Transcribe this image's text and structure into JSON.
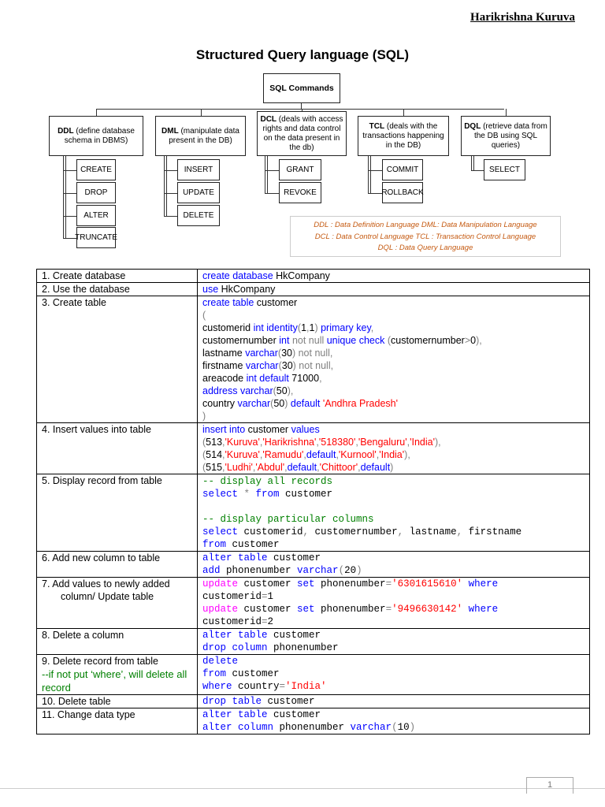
{
  "author": "Harikrishna Kuruva",
  "title": "Structured Query language (SQL)",
  "diagram": {
    "root": "SQL Commands",
    "groups": [
      {
        "abbr": "DDL",
        "desc": " (define database schema in DBMS)",
        "commands": [
          "CREATE",
          "DROP",
          "ALTER",
          "TRUNCATE"
        ]
      },
      {
        "abbr": "DML",
        "desc": " (manipulate data present in the DB)",
        "commands": [
          "INSERT",
          "UPDATE",
          "DELETE"
        ]
      },
      {
        "abbr": "DCL",
        "desc": " (deals with access rights and data control on the data present in the db)",
        "commands": [
          "GRANT",
          "REVOKE"
        ]
      },
      {
        "abbr": "TCL",
        "desc": " (deals with the transactions happening in the DB)",
        "commands": [
          "COMMIT",
          "ROLLBACK"
        ]
      },
      {
        "abbr": "DQL",
        "desc": " (retrieve data from the DB using SQL queries)",
        "commands": [
          "SELECT"
        ]
      }
    ],
    "legend": [
      "DDL : Data Definition Language  DML: Data Manipulation Language",
      "DCL : Data Control Language      TCL : Transaction Control Language",
      "DQL : Data Query Language"
    ]
  },
  "rows": [
    {
      "label": "1.    Create database",
      "code": [
        [
          [
            "k",
            "create database"
          ],
          [
            "t",
            " HkCompany"
          ]
        ]
      ]
    },
    {
      "label": "2.    Use the database",
      "code": [
        [
          [
            "k",
            "use"
          ],
          [
            "t",
            " HkCompany"
          ]
        ]
      ]
    },
    {
      "label": "3.    Create table",
      "code": [
        [
          [
            "k",
            "create table"
          ],
          [
            "t",
            " customer"
          ]
        ],
        [
          [
            "g",
            "("
          ]
        ],
        [
          [
            "t",
            "customerid "
          ],
          [
            "k",
            "int identity"
          ],
          [
            "g",
            "("
          ],
          [
            "t",
            "1"
          ],
          [
            "g",
            ","
          ],
          [
            "t",
            "1"
          ],
          [
            "g",
            ")"
          ],
          [
            "k",
            " primary key"
          ],
          [
            "g",
            ","
          ]
        ],
        [
          [
            "t",
            "customernumber "
          ],
          [
            "k",
            "int"
          ],
          [
            "g",
            " not null"
          ],
          [
            "k",
            " unique check"
          ],
          [
            "g",
            " ("
          ],
          [
            "t",
            "customernumber"
          ],
          [
            "g",
            ">"
          ],
          [
            "t",
            "0"
          ],
          [
            "g",
            "),"
          ]
        ],
        [
          [
            "t",
            "lastname "
          ],
          [
            "k",
            "varchar"
          ],
          [
            "g",
            "("
          ],
          [
            "t",
            "30"
          ],
          [
            "g",
            ") not null,"
          ]
        ],
        [
          [
            "t",
            "firstname "
          ],
          [
            "k",
            "varchar"
          ],
          [
            "g",
            "("
          ],
          [
            "t",
            "30"
          ],
          [
            "g",
            ") not null,"
          ]
        ],
        [
          [
            "t",
            "areacode "
          ],
          [
            "k",
            "int default"
          ],
          [
            "t",
            " 71000"
          ],
          [
            "g",
            ","
          ]
        ],
        [
          [
            "k",
            "address varchar"
          ],
          [
            "g",
            "("
          ],
          [
            "t",
            "50"
          ],
          [
            "g",
            "),"
          ]
        ],
        [
          [
            "t",
            "country "
          ],
          [
            "k",
            "varchar"
          ],
          [
            "g",
            "("
          ],
          [
            "t",
            "50"
          ],
          [
            "g",
            ") "
          ],
          [
            "k",
            "default"
          ],
          [
            "s",
            " 'Andhra Pradesh'"
          ]
        ],
        [
          [
            "g",
            ")"
          ]
        ]
      ]
    },
    {
      "label": "4.    Insert values into table",
      "code": [
        [
          [
            "k",
            "insert into"
          ],
          [
            "t",
            " customer "
          ],
          [
            "k",
            "values"
          ]
        ],
        [
          [
            "g",
            "("
          ],
          [
            "t",
            "513"
          ],
          [
            "g",
            ","
          ],
          [
            "s",
            "'Kuruva'"
          ],
          [
            "g",
            ","
          ],
          [
            "s",
            "'Harikrishna'"
          ],
          [
            "g",
            ","
          ],
          [
            "s",
            "'518380'"
          ],
          [
            "g",
            ","
          ],
          [
            "s",
            "'Bengaluru'"
          ],
          [
            "g",
            ","
          ],
          [
            "s",
            "'India'"
          ],
          [
            "g",
            "),"
          ]
        ],
        [
          [
            "g",
            "("
          ],
          [
            "t",
            "514"
          ],
          [
            "g",
            ","
          ],
          [
            "s",
            "'Kuruva'"
          ],
          [
            "g",
            ","
          ],
          [
            "s",
            "'Ramudu'"
          ],
          [
            "g",
            ","
          ],
          [
            "k",
            "default"
          ],
          [
            "g",
            ","
          ],
          [
            "s",
            "'Kurnool'"
          ],
          [
            "g",
            ","
          ],
          [
            "s",
            "'India'"
          ],
          [
            "g",
            "),"
          ]
        ],
        [
          [
            "g",
            "("
          ],
          [
            "t",
            "515"
          ],
          [
            "g",
            ","
          ],
          [
            "s",
            "'Ludhi'"
          ],
          [
            "g",
            ","
          ],
          [
            "s",
            "'Abdul'"
          ],
          [
            "g",
            ","
          ],
          [
            "k",
            "default"
          ],
          [
            "g",
            ","
          ],
          [
            "s",
            "'Chittoor'"
          ],
          [
            "g",
            ","
          ],
          [
            "k",
            "default"
          ],
          [
            "g",
            ")"
          ]
        ]
      ]
    },
    {
      "label": "5.    Display record from table",
      "code": [
        [
          [
            "c",
            "-- display all records"
          ]
        ],
        [
          [
            "k",
            "select"
          ],
          [
            "g",
            " * "
          ],
          [
            "k",
            "from"
          ],
          [
            "t",
            " customer"
          ]
        ],
        [
          [
            "t",
            " "
          ]
        ],
        [
          [
            "c",
            "-- display particular columns"
          ]
        ],
        [
          [
            "k",
            "select"
          ],
          [
            "t",
            " customerid"
          ],
          [
            "g",
            ","
          ],
          [
            "t",
            " customernumber"
          ],
          [
            "g",
            ","
          ],
          [
            "t",
            " lastname"
          ],
          [
            "g",
            ","
          ],
          [
            "t",
            " firstname"
          ]
        ],
        [
          [
            "k",
            "from"
          ],
          [
            "t",
            " customer"
          ]
        ]
      ],
      "mono": true
    },
    {
      "label": "6.    Add new column to table",
      "code": [
        [
          [
            "k",
            "alter table"
          ],
          [
            "t",
            " customer"
          ]
        ],
        [
          [
            "k",
            "add"
          ],
          [
            "t",
            " phonenumber "
          ],
          [
            "k",
            "varchar"
          ],
          [
            "g",
            "("
          ],
          [
            "t",
            "20"
          ],
          [
            "g",
            ")"
          ]
        ]
      ],
      "mono": true
    },
    {
      "label": "7.   Add values to newly added column/ Update table",
      "code": [
        [
          [
            "m",
            "update"
          ],
          [
            "t",
            " customer "
          ],
          [
            "k",
            "set"
          ],
          [
            "t",
            " phonenumber"
          ],
          [
            "g",
            "="
          ],
          [
            "s",
            "'6301615610'"
          ],
          [
            "k",
            " where"
          ]
        ],
        [
          [
            "t",
            "customerid"
          ],
          [
            "g",
            "="
          ],
          [
            "t",
            "1"
          ]
        ],
        [
          [
            "m",
            "update"
          ],
          [
            "t",
            " customer "
          ],
          [
            "k",
            "set"
          ],
          [
            "t",
            " phonenumber"
          ],
          [
            "g",
            "="
          ],
          [
            "s",
            "'9496630142'"
          ],
          [
            "k",
            " where"
          ]
        ],
        [
          [
            "t",
            "customerid"
          ],
          [
            "g",
            "="
          ],
          [
            "t",
            "2"
          ]
        ]
      ],
      "mono": true
    },
    {
      "label": "8.    Delete a column",
      "code": [
        [
          [
            "k",
            "alter table"
          ],
          [
            "t",
            " customer"
          ]
        ],
        [
          [
            "k",
            "drop column"
          ],
          [
            "t",
            " phonenumber"
          ]
        ]
      ],
      "mono": true
    },
    {
      "label": "9.    Delete record from table",
      "label_note": "--if not put ‘where’, will delete all record",
      "code": [
        [
          [
            "k",
            "delete"
          ]
        ],
        [
          [
            "k",
            "from"
          ],
          [
            "t",
            " customer"
          ]
        ],
        [
          [
            "k",
            "where"
          ],
          [
            "t",
            " country"
          ],
          [
            "g",
            "="
          ],
          [
            "s",
            "'India'"
          ]
        ]
      ],
      "mono": true
    },
    {
      "label": "10.  Delete table",
      "code": [
        [
          [
            "k",
            "drop table"
          ],
          [
            "t",
            " customer"
          ]
        ]
      ],
      "mono": true
    },
    {
      "label": "11.  Change data type",
      "code": [
        [
          [
            "k",
            "alter table"
          ],
          [
            "t",
            " customer"
          ]
        ],
        [
          [
            "k",
            "alter column"
          ],
          [
            "t",
            " phonenumber "
          ],
          [
            "k",
            "varchar"
          ],
          [
            "g",
            "("
          ],
          [
            "t",
            "10"
          ],
          [
            "g",
            ")"
          ]
        ]
      ],
      "mono": true
    }
  ],
  "page_number": "1",
  "colors": {
    "keyword": "#0000ff",
    "string": "#ff0000",
    "comment": "#008000",
    "operator": "#808080",
    "magenta": "#ff00ff",
    "legend": "#c55a11"
  }
}
